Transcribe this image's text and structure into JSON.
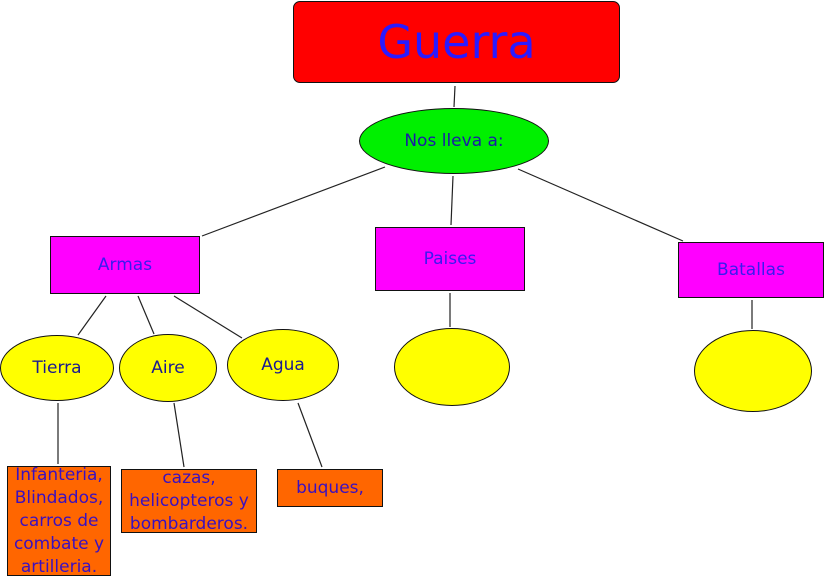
{
  "diagram": {
    "title": "Guerra",
    "connector": "Nos lleva a:",
    "categories": {
      "armas": "Armas",
      "paises": "Paises",
      "batallas": "Batallas"
    },
    "armas_types": {
      "tierra": "Tierra",
      "aire": "Aire",
      "agua": "Agua"
    },
    "examples": {
      "tierra": "Infanteria, Blindados, carros de combate y artilleria.",
      "aire": "cazas, helicopteros y bombarderos.",
      "agua": "buques,"
    },
    "empty_nodes": {
      "paises": "",
      "batallas": ""
    },
    "colors": {
      "title_fill": "#ff0000",
      "connector_fill": "#00f000",
      "category_fill": "#ff00ff",
      "type_fill": "#ffff00",
      "example_fill": "#ff6600",
      "text": "#2a1aff"
    }
  }
}
